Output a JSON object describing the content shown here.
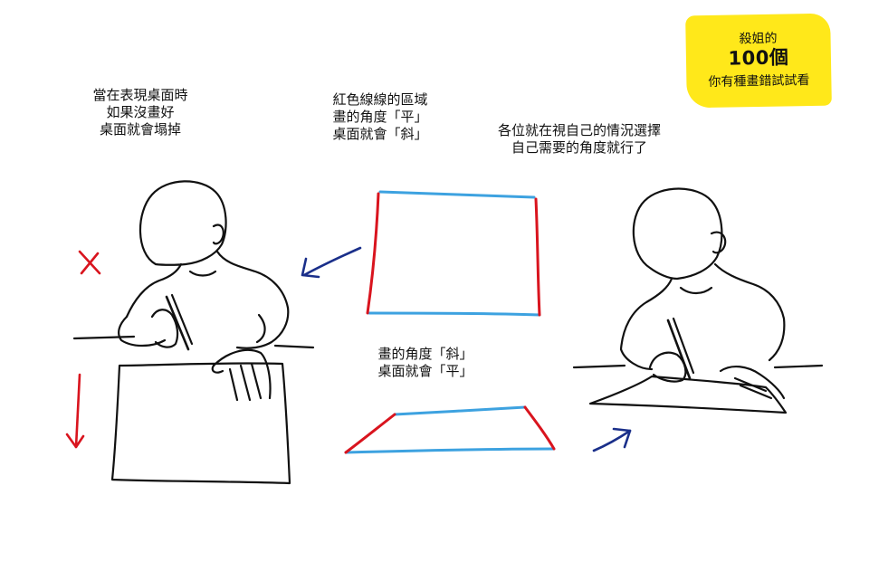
{
  "notes": {
    "left": "當在表現桌面時\n如果沒畫好\n桌面就會塌掉",
    "middle": "紅色線線的區域\n畫的角度「平」\n桌面就會「斜」",
    "right": "各位就在視自己的情況選擇\n自己需要的角度就行了",
    "bottom": "畫的角度「斜」\n桌面就會「平」"
  },
  "badge": {
    "line1": "殺姐的",
    "line2": "100個",
    "line3": "你有種畫錯試試看"
  },
  "colors": {
    "edge_red": "#d9141e",
    "edge_blue": "#3da2e0",
    "arrow_navy": "#1a2f8a",
    "badge_yellow": "#ffe81a",
    "ink": "#111111"
  },
  "icons": {
    "wrong_mark": "x-mark-icon",
    "down_arrow": "arrow-down-icon",
    "left_arrow": "arrow-down-left-icon",
    "right_arrow": "arrow-up-right-icon"
  }
}
